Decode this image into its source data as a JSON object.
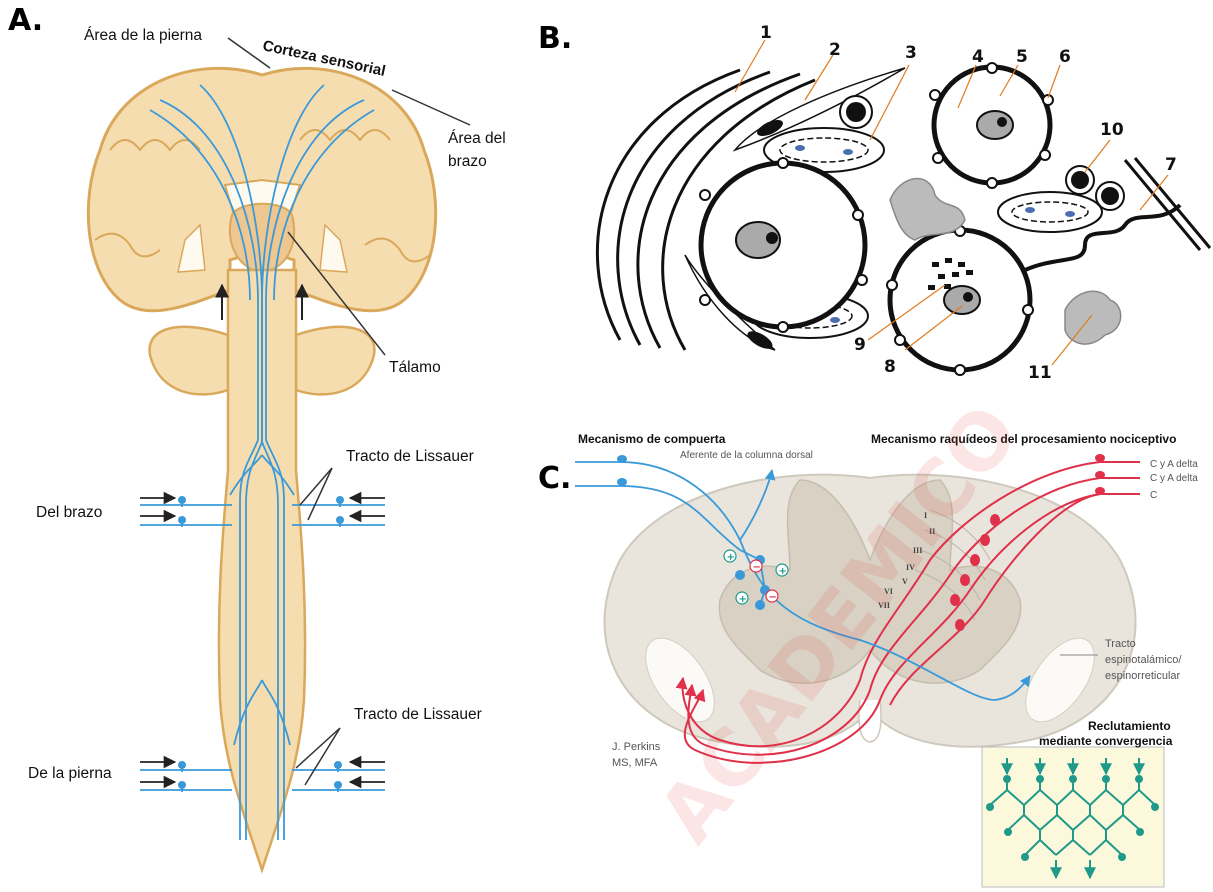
{
  "panel_a": {
    "letter": "A.",
    "leg_area": "Área de la pierna",
    "sensory_cortex": "Corteza sensorial",
    "arm_area_1": "Área del",
    "arm_area_2": "brazo",
    "thalamus": "Tálamo",
    "lissauer_1": "Tracto de Lissauer",
    "lissauer_2": "Tracto de Lissauer",
    "from_arm": "Del brazo",
    "from_leg": "De la pierna"
  },
  "panel_b": {
    "letter": "B.",
    "numbers": [
      "1",
      "2",
      "3",
      "4",
      "5",
      "6",
      "7",
      "8",
      "9",
      "10",
      "11"
    ]
  },
  "panel_c": {
    "letter": "C.",
    "gate_mechanism": "Mecanismo de compuerta",
    "dorsal_afferent": "Aferente de la columna dorsal",
    "spinal_mechanisms": "Mecanismo raquídeos del procesamiento nociceptivo",
    "fiber_1": "C y A delta",
    "fiber_2": "C y A delta",
    "fiber_3": "C",
    "laminae": [
      "I",
      "II",
      "III",
      "IV",
      "V",
      "VI",
      "VII"
    ],
    "tract_1": "Tracto",
    "tract_2": "espinotalámico/",
    "tract_3": "espinorreticular",
    "author_1": "J. Perkins",
    "author_2": "MS, MFA",
    "recruit_1": "Reclutamiento",
    "recruit_2": "mediante convergencia"
  },
  "watermark": "ACADEMICO",
  "colors": {
    "brain_fill": "#f6ddb0",
    "brain_edge": "#d9a85a",
    "fiber_blue": "#3a9ad9",
    "pain_red": "#e0304a",
    "cord_grey": "#e4e0d8",
    "teal": "#1f9a8a",
    "box_fill": "#fbf8dc"
  }
}
